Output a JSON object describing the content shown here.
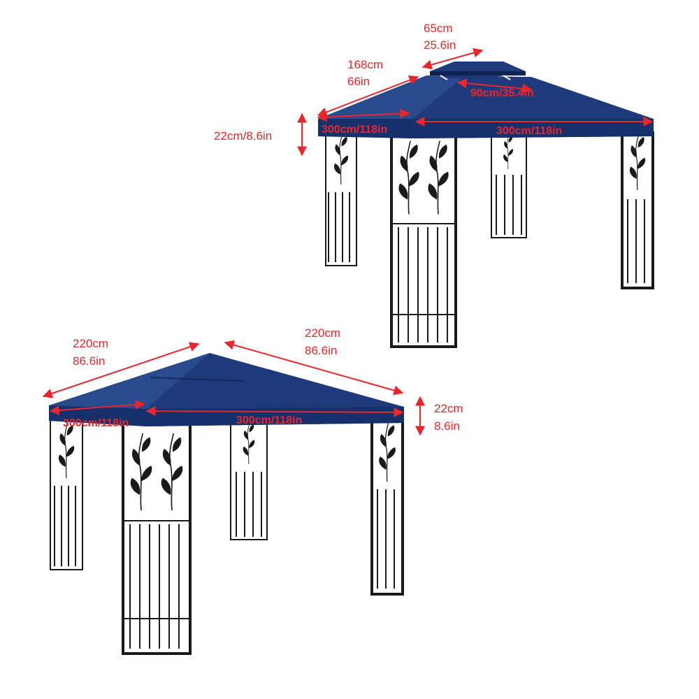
{
  "colors": {
    "canopy": "#1f3a7a",
    "canopy_shade": "#142a5e",
    "dimension": "#e8262b",
    "frame": "#1a1a1a"
  },
  "top_gazebo": {
    "vent_width": {
      "cm": "65cm",
      "in": "25.6in"
    },
    "slope_length": {
      "cm": "168cm",
      "in": "66in"
    },
    "vent_span": {
      "label": "90cm/35.4in"
    },
    "valance_height": {
      "label": "22cm/8.6in"
    },
    "side_a": {
      "label": "300cm/118in"
    },
    "side_b": {
      "label": "300cm/118in"
    }
  },
  "bottom_gazebo": {
    "slope_left": {
      "cm": "220cm",
      "in": "86.6in"
    },
    "slope_right": {
      "cm": "220cm",
      "in": "86.6in"
    },
    "valance_height": {
      "cm": "22cm",
      "in": "8.6in"
    },
    "side_a": {
      "label": "300cm/118in"
    },
    "side_b": {
      "label": "300cm/118in"
    }
  }
}
